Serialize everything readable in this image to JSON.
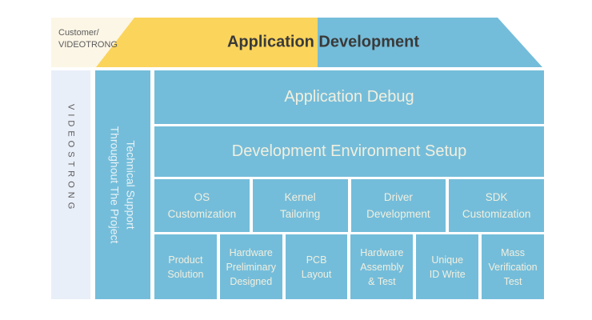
{
  "colors": {
    "blue": "#74bdda",
    "yellow": "#fbd45c",
    "cream": "#fcf6e6",
    "light_strip": "#e9eff8",
    "banner_title": "#3a3a3a",
    "gray_text": "#5b5b5b",
    "cell_text": "#f1efdf",
    "strip_text": "#e8f3f7"
  },
  "banner": {
    "customer_label": {
      "line1": "Customer/",
      "line2": "VIDEOTRONG"
    },
    "title": "Application Development"
  },
  "left_rail": {
    "brand_vertical": "VIDEOSTRONG"
  },
  "support_rail": {
    "line1": "Technical Support",
    "line2": "Throughout The Project"
  },
  "grid": {
    "rows": [
      {
        "type": "bar",
        "label": "Application Debug"
      },
      {
        "type": "bar",
        "label": "Development Environment Setup"
      },
      {
        "type": "cells",
        "cells": [
          "OS\nCustomization",
          "Kernel\nTailoring",
          "Driver\nDevelopment",
          "SDK\nCustomization"
        ]
      },
      {
        "type": "cells",
        "cells": [
          "Product\nSolution",
          "Hardware\nPreliminary\nDesigned",
          "PCB\nLayout",
          "Hardware\nAssembly\n& Test",
          "Unique\nID Write",
          "Mass\nVerification\nTest"
        ]
      }
    ]
  }
}
